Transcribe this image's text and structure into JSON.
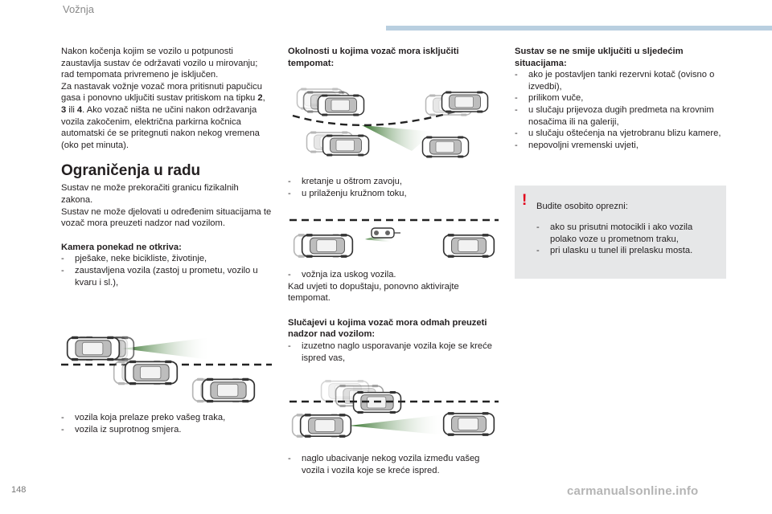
{
  "header": {
    "title": "Vožnja"
  },
  "page_number": "148",
  "watermark": "carmanualsonline.info",
  "col1": {
    "para1": "Nakon kočenja kojim se vozilo u potpunosti zaustavlja sustav će održavati vozilo u mirovanju; rad tempomata privremeno je isključen.",
    "para2_a": "Za nastavak vožnje vozač mora pritisnuti papučicu gasa i ponovno uključiti sustav pritiskom na tipku ",
    "para2_b1": "2",
    "para2_sep1": ", ",
    "para2_b2": "3",
    "para2_sep2": " ili ",
    "para2_b3": "4",
    "para2_c": ". Ako vozač ništa ne učini nakon održavanja vozila zakočenim, električna parkirna kočnica automatski će se pritegnuti nakon nekog vremena (oko pet minuta).",
    "heading": "Ograničenja u radu",
    "para3": "Sustav ne može prekoračiti granicu fizikalnih zakona.",
    "para4": "Sustav ne može djelovati u određenim situacijama te vozač mora preuzeti nadzor nad vozilom.",
    "camera_title": "Kamera ponekad ne otkriva:",
    "camera_items": [
      "pješake, neke bicikliste, životinje,",
      "zaustavljena vozila (zastoj u prometu, vozilo u kvaru i sl.),"
    ],
    "lower_items": [
      "vozila koja prelaze preko vašeg traka,",
      "vozila iz suprotnog smjera."
    ]
  },
  "col2": {
    "title": "Okolnosti u kojima vozač mora isključiti tempomat:",
    "items1": [
      "kretanje u oštrom zavoju,",
      "u prilaženju kružnom toku,"
    ],
    "items2": [
      "vožnja iza uskog vozila."
    ],
    "para": "Kad uvjeti to dopuštaju, ponovno aktivirajte tempomat.",
    "title2": "Slučajevi u kojima vozač mora odmah preuzeti nadzor nad vozilom:",
    "items3": [
      "izuzetno naglo usporavanje vozila koje se kreće ispred vas,"
    ],
    "items4": [
      "naglo ubacivanje nekog vozila između vašeg vozila i vozila koje se kreće ispred."
    ]
  },
  "col3": {
    "title": "Sustav se ne smije uključiti u sljedećim situacijama:",
    "items": [
      "ako je postavljen tanki rezervni kotač (ovisno o izvedbi),",
      "prilikom vuče,",
      "u slučaju prijevoza dugih predmeta na krovnim nosačima ili na galeriji,",
      "u slučaju oštećenja na vjetrobranu blizu kamere,",
      "nepovoljni vremenski uvjeti,"
    ]
  },
  "warning": {
    "icon": "exclamation-icon",
    "title": "Budite osobito oprezni:",
    "items": [
      "ako su prisutni motocikli i ako vozila polako voze u prometnom traku,",
      "pri ulasku u tunel ili prelasku mosta."
    ]
  },
  "colors": {
    "beam": "#3a7d2e",
    "warning_red": "#e2001a",
    "box": "#e6e7e8",
    "header_bar": "#b9cfe0"
  }
}
